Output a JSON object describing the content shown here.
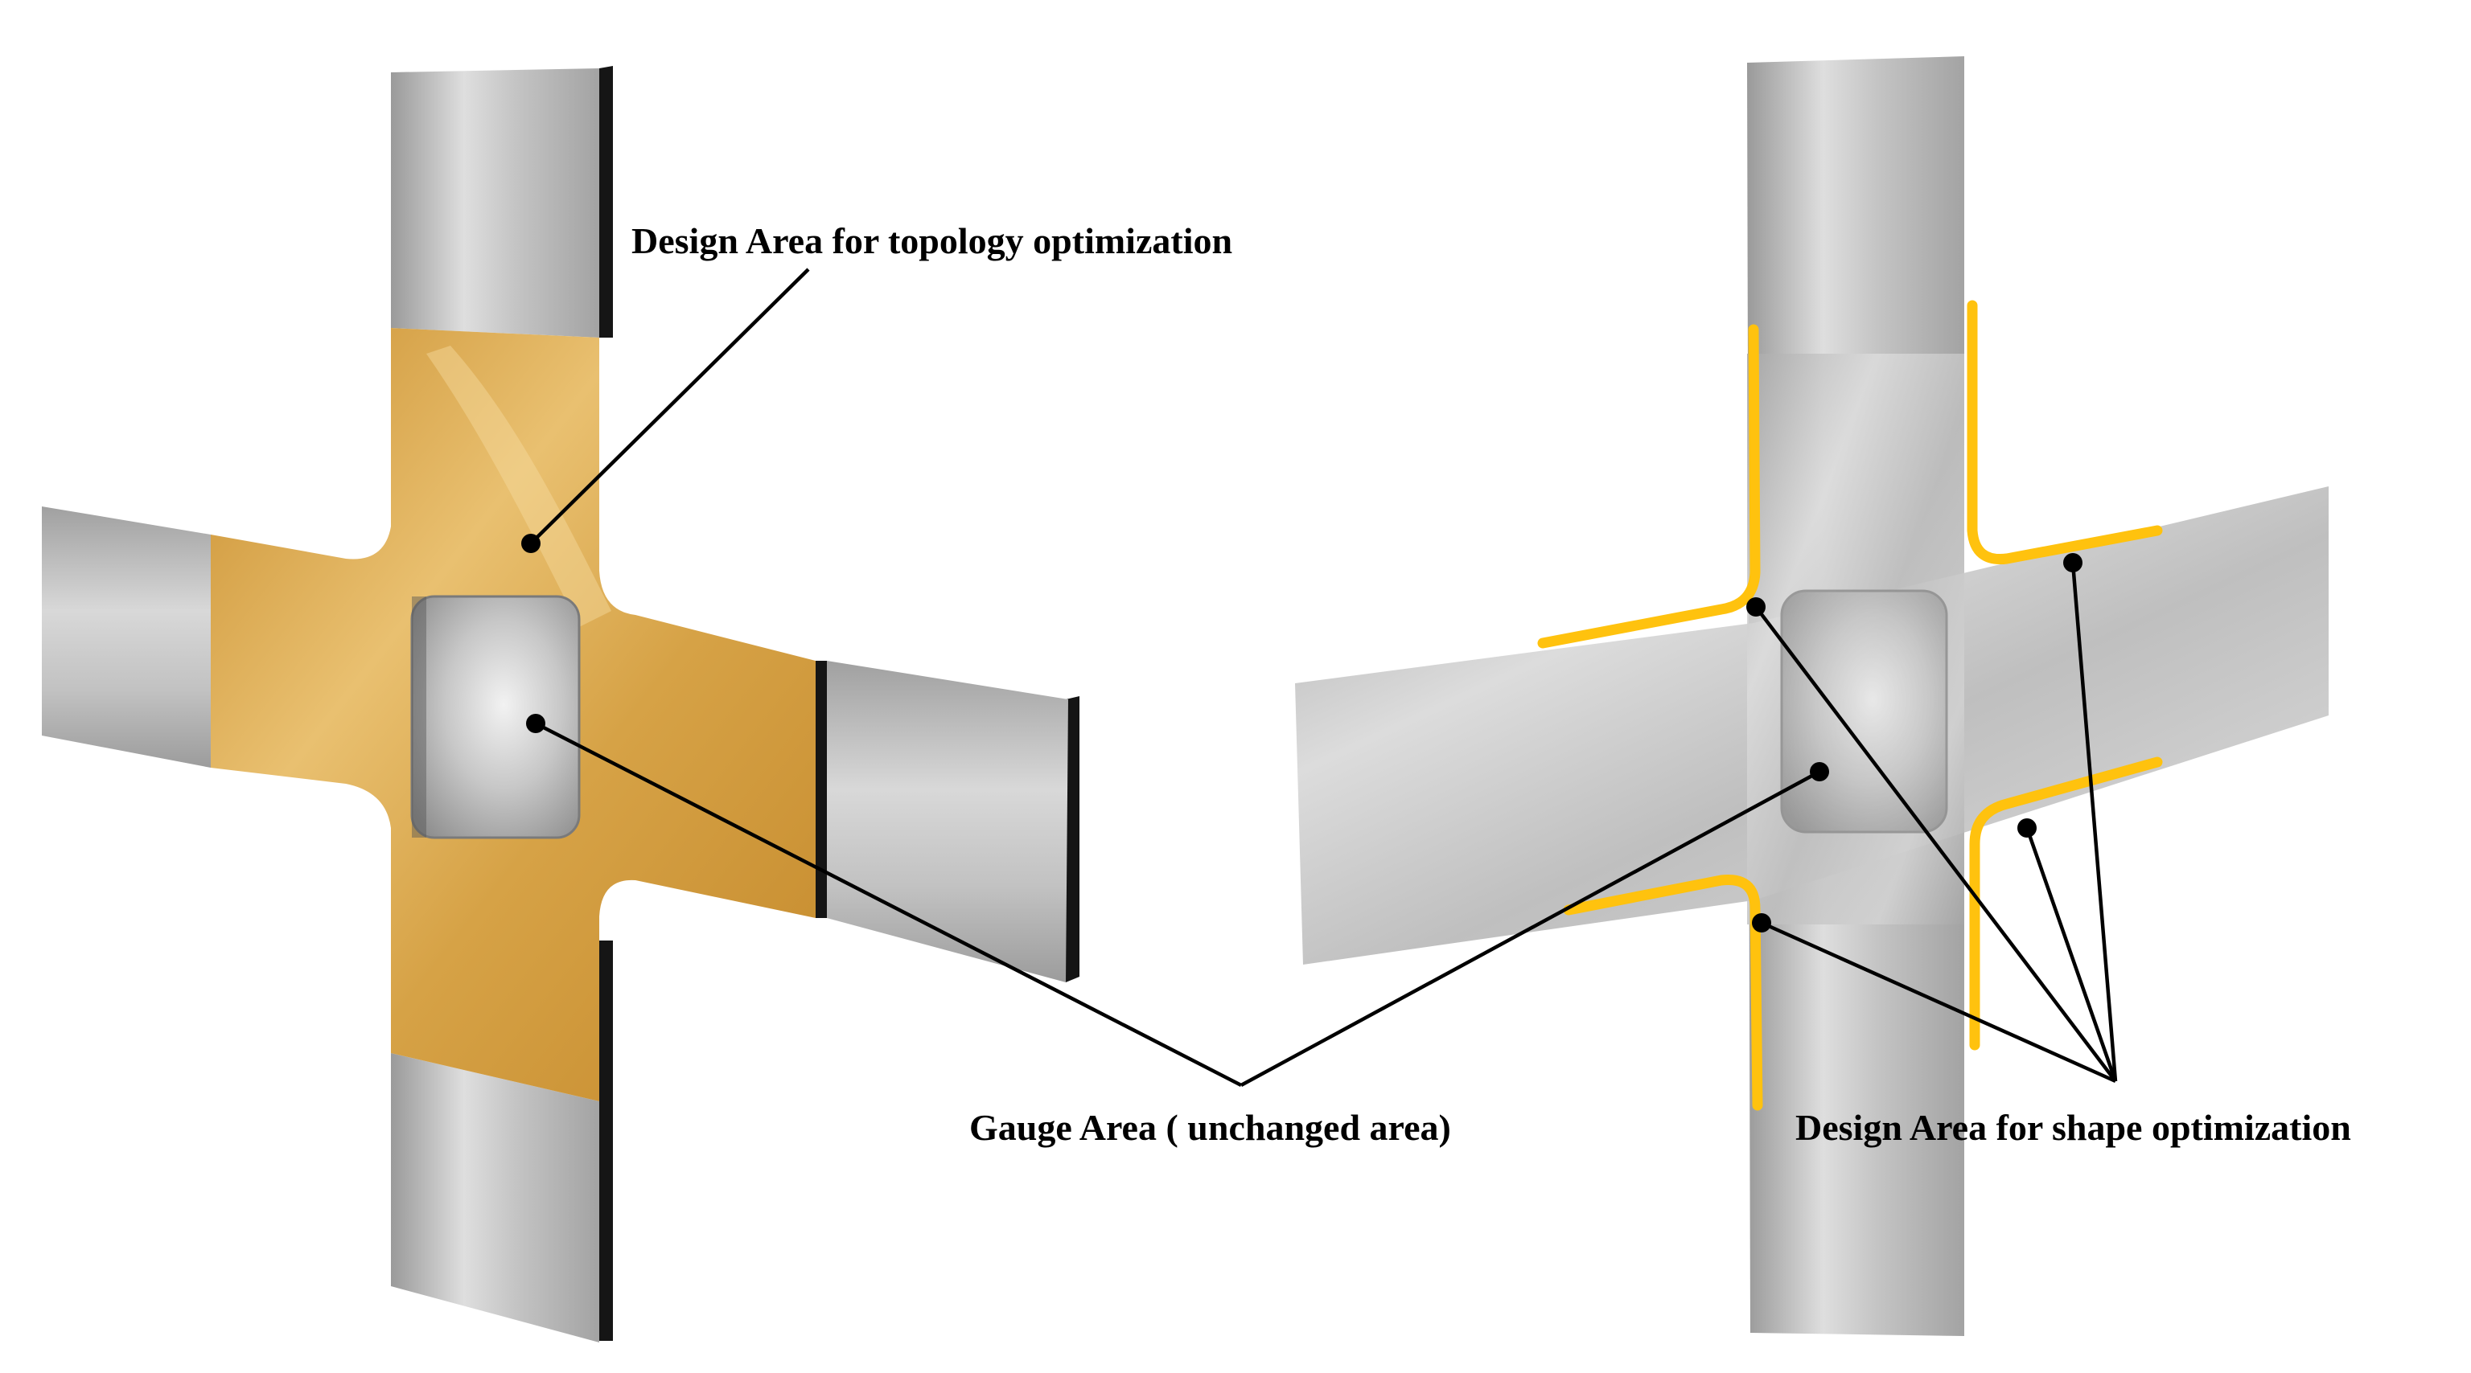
{
  "labels": {
    "topology": "Design Area for topology optimization",
    "gauge": "Gauge Area ( unchanged area)",
    "shape": "Design Area for shape optimization"
  },
  "colors": {
    "steel": "#b9b9b9",
    "steel_light": "#e2e2e2",
    "steel_dark": "#8d8d8d",
    "gold": "#d9a84c",
    "gold_light": "#f0cf84",
    "shape_edge": "#ffc20e",
    "edge_black": "#111111",
    "leader": "#000000"
  }
}
